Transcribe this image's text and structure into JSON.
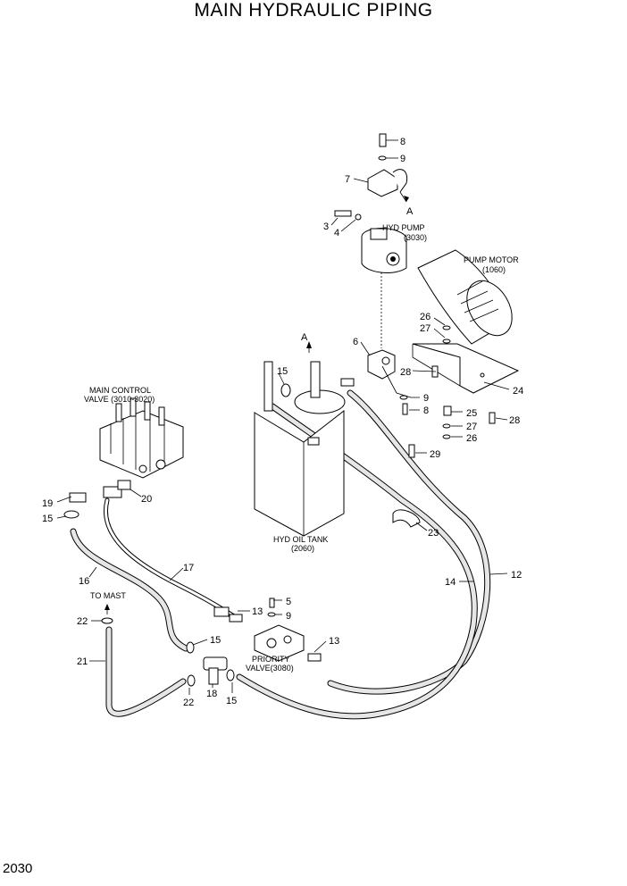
{
  "title": "MAIN HYDRAULIC PIPING",
  "page_number": "2030",
  "captions": {
    "hyd_pump": "HYD PUMP",
    "hyd_pump_ref": "(3030)",
    "pump_motor": "PUMP MOTOR",
    "pump_motor_ref": "(1060)",
    "main_control_1": "MAIN CONTROL",
    "main_control_2": "VALVE (3010-3020)",
    "hyd_oil_tank": "HYD OIL TANK",
    "hyd_oil_tank_ref": "(2060)",
    "priority_1": "PRIORITY",
    "priority_2": "VALVE(3080)",
    "to_mast": "TO MAST",
    "arrow_a_top": "A",
    "arrow_a_tank": "A"
  },
  "callouts": [
    {
      "id": "c8a",
      "text": "8"
    },
    {
      "id": "c9a",
      "text": "9"
    },
    {
      "id": "c7",
      "text": "7"
    },
    {
      "id": "c3",
      "text": "3"
    },
    {
      "id": "c4",
      "text": "4"
    },
    {
      "id": "c26a",
      "text": "26"
    },
    {
      "id": "c27a",
      "text": "27"
    },
    {
      "id": "c6",
      "text": "6"
    },
    {
      "id": "c28a",
      "text": "28"
    },
    {
      "id": "c24",
      "text": "24"
    },
    {
      "id": "c9b",
      "text": "9"
    },
    {
      "id": "c8b",
      "text": "8"
    },
    {
      "id": "c25",
      "text": "25"
    },
    {
      "id": "c28b",
      "text": "28"
    },
    {
      "id": "c27b",
      "text": "27"
    },
    {
      "id": "c26b",
      "text": "26"
    },
    {
      "id": "c29",
      "text": "29"
    },
    {
      "id": "c15a",
      "text": "15"
    },
    {
      "id": "c19",
      "text": "19"
    },
    {
      "id": "c20",
      "text": "20"
    },
    {
      "id": "c15b",
      "text": "15"
    },
    {
      "id": "c23",
      "text": "23"
    },
    {
      "id": "c12",
      "text": "12"
    },
    {
      "id": "c14",
      "text": "14"
    },
    {
      "id": "c17",
      "text": "17"
    },
    {
      "id": "c16",
      "text": "16"
    },
    {
      "id": "c5",
      "text": "5"
    },
    {
      "id": "c13a",
      "text": "13"
    },
    {
      "id": "c9c",
      "text": "9"
    },
    {
      "id": "c22a",
      "text": "22"
    },
    {
      "id": "c15c",
      "text": "15"
    },
    {
      "id": "c13b",
      "text": "13"
    },
    {
      "id": "c21",
      "text": "21"
    },
    {
      "id": "c18",
      "text": "18"
    },
    {
      "id": "c22b",
      "text": "22"
    },
    {
      "id": "c15d",
      "text": "15"
    }
  ]
}
